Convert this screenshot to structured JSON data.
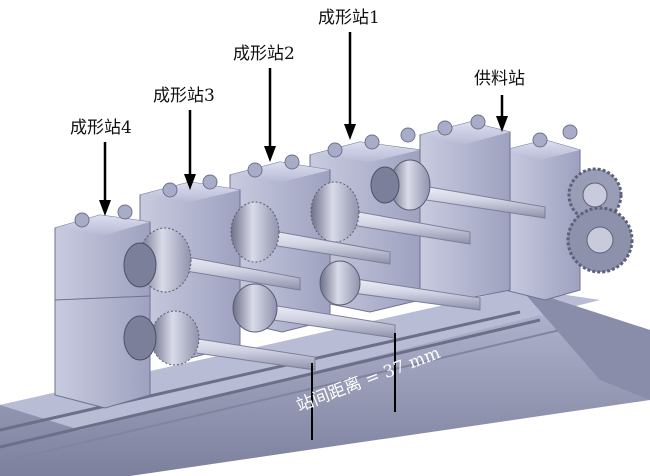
{
  "labels": {
    "station_1": "成形站1",
    "station_2": "成形站2",
    "station_3": "成形站3",
    "station_4": "成形站4",
    "feeder": "供料站",
    "spacing": "站间距离 = 37 mm"
  },
  "colors": {
    "block": "#b8bbd3",
    "block_dark": "#8e92b1",
    "rail": "#9598b6",
    "shaft": "#d9dbe8",
    "gear": "#7f8199",
    "arrow": "#000000"
  }
}
